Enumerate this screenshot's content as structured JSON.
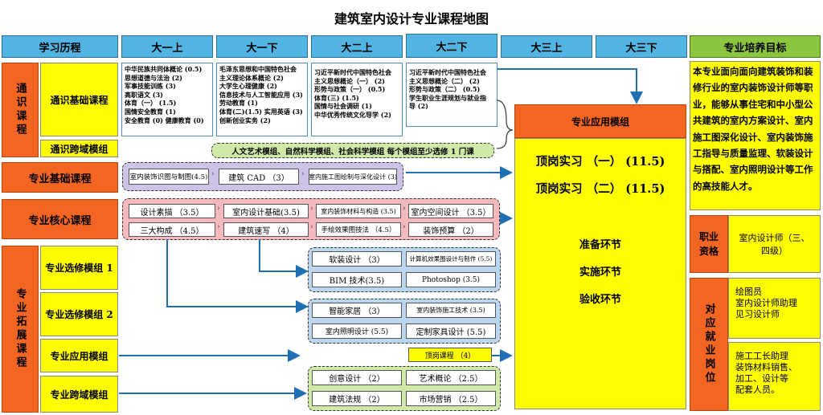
{
  "title": "建筑室内设计专业课程地图",
  "headers": {
    "history": "学习历程",
    "terms": [
      "大一上",
      "大一下",
      "大二上",
      "大二下",
      "大三上",
      "大三下"
    ],
    "goal": "专业培养目标"
  },
  "left": {
    "general_group": "通识课程",
    "general_basic": "通识基础课程",
    "general_cross": "通识跨域模组",
    "major_basic": "专业基础课程",
    "major_core": "专业核心课程",
    "ext_group": "专业拓展课程",
    "elective1": "专业选修模组 1",
    "elective2": "专业选修模组 2",
    "applied": "专业应用模组",
    "cross": "专业跨域模组"
  },
  "general_courses": {
    "t1": [
      "中华民族共同体概论 (0.5)",
      "思想道德与法治 (2)",
      "军事技能训练 (3)",
      "高职语文 (3)",
      "体育（一） (1.5)",
      "国情安全教育 (1)",
      "安全教育 (0)  健康教育 (0)"
    ],
    "t2": [
      "毛泽东思想和中国特色社会",
      "主义理论体系概论 (2)",
      "大学生心理健康 (2)",
      "信息技术与人工智能应用 (3)",
      "劳动教育 (1)",
      "体育(二)(1.5) 实用英语 (3)",
      "创新创业实务 (2)"
    ],
    "t3": [
      "习近平新时代中国特色社会",
      "主义思想概论（一） (2)",
      "形势与政策（一） (0.5)",
      "体育(三) (1.5)",
      "国情与社会调研 (1)",
      "中华优秀传统文化导学 (2)"
    ],
    "t4": [
      "习近平新时代中国特色社会",
      "主义思想概论（二） (2)",
      "形势与政策（二） (0.5)",
      "学生职业生涯规划与就业指",
      "导 (2)"
    ]
  },
  "cross_note": "人文艺术模组、自然科学模组、社会科学模组  每个模组至少选修 1 门课",
  "basic_courses": [
    "室内装饰识图与制图(4.5)",
    "建筑 CAD （3）",
    "室内施工图绘制与深化设计 (3)"
  ],
  "core_row1": [
    "设计素描 （3.5）",
    "室内设计基础(3.5)",
    "室内装饰材料与构造 (3.5)",
    "室内空间设计 （3.5）"
  ],
  "core_row2": [
    "三大构成 （4.5）",
    "建筑速写 （4）",
    "手绘效果图技法 （4.5）",
    "装饰预算 （2）"
  ],
  "elective1_courses": [
    "软装设计 （3）",
    "计算机效果图设计与制作 (5.5)",
    "BIM 技术(3.5)",
    "Photoshop (3.5)"
  ],
  "elective2_courses": [
    "智能家居 （3）",
    "室内装饰施工技术 (3.5)",
    "室内照明设计 (5.5)",
    "定制家具设计 (5.5)"
  ],
  "applied_course": "顶岗课程 （4）",
  "cross_courses": [
    "创意设计 （2）",
    "艺术概论 （2.5）",
    "建筑法规 （2）",
    "市场营销 （2.5）"
  ],
  "practice": {
    "header": "专业应用模组",
    "items": [
      "顶岗实习 （一） (11.5)",
      "顶岗实习 （二） (11.5)"
    ],
    "steps": [
      "准备环节",
      "实施环节",
      "验收环节"
    ]
  },
  "goal_text": "本专业面向面向建筑装饰和装修行业的室内装饰设计师等职业，能够从事住宅和中小型公共建筑的室内方案设计、室内施工图深化设计、室内装饰施工指导与质量监理、软装设计与搭配、室内照明设计等工作的高技能人才。",
  "qualification": {
    "label": "职业资格",
    "value": "室内设计师（三、四级）"
  },
  "jobs": {
    "label": "对应就业岗位",
    "group1": [
      "绘图员",
      "室内设计师助理",
      "见习设计师"
    ],
    "group2": [
      "施工工长助理",
      "装饰材料销售、",
      "加工、设计等",
      "配套人员。"
    ]
  },
  "colors": {
    "blue_header": "#52b4e3",
    "orange": "#f26522",
    "yellow": "#fffb00",
    "green": "#8cc63f",
    "arrow": "#1f6fb5"
  }
}
